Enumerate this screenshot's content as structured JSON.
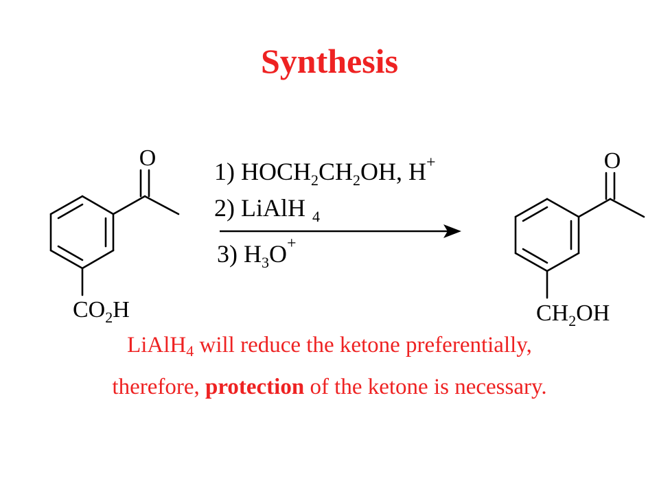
{
  "title": "Synthesis",
  "reactant": {
    "carbonyl_o": "O",
    "substituent": {
      "main": "CO",
      "sub": "2",
      "tail": "H"
    }
  },
  "product": {
    "carbonyl_o": "O",
    "substituent": {
      "main": "CH",
      "sub": "2",
      "tail": "OH"
    }
  },
  "conditions": {
    "step1": {
      "a": "1) HOCH",
      "a_sub": "2",
      "b": "CH",
      "b_sub": "2",
      "c": "OH, H",
      "c_sup": "+"
    },
    "step2": {
      "a": "2) LiAlH",
      "a_sub": "4"
    },
    "step3": {
      "a": "3) H",
      "a_sub": "3",
      "b": "O",
      "b_sup": "+"
    }
  },
  "note": {
    "line1": {
      "a": "LiAlH",
      "a_sub": "4",
      "b": " will reduce the ketone preferentially,"
    },
    "line2": {
      "a": "therefore, ",
      "bold": "protection",
      "b": " of the ketone is necessary."
    }
  }
}
